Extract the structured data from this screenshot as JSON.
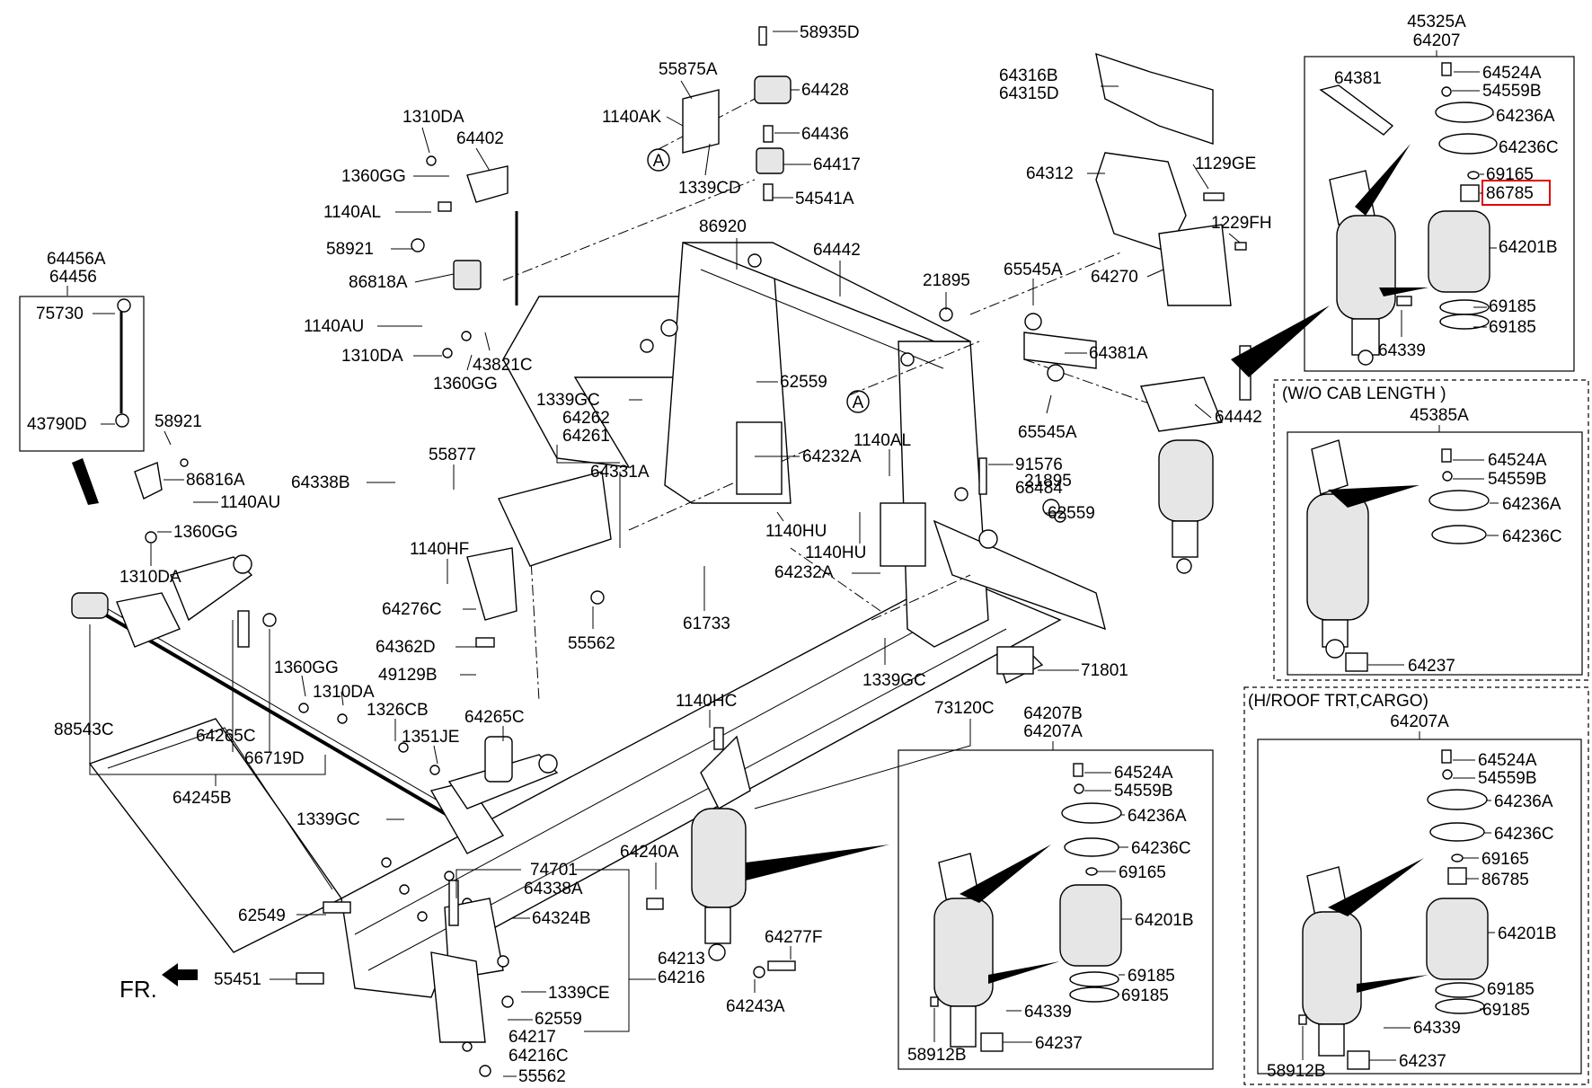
{
  "labels": {
    "l58935D": "58935D",
    "l55875A": "55875A",
    "l64428": "64428",
    "l1140AK": "1140AK",
    "l64436": "64436",
    "l64417": "64417",
    "l1339CD": "1339CD",
    "l54541A": "54541A",
    "l1310DA_a": "1310DA",
    "l64402": "64402",
    "l1360GG_a": "1360GG",
    "l1140AL_a": "1140AL",
    "l58921_a": "58921",
    "l86818A": "86818A",
    "l1140AU_a": "1140AU",
    "l1310DA_b": "1310DA",
    "l43821C": "43821C",
    "l1360GG_b": "1360GG",
    "l64456A": "64456A",
    "l64456": "64456",
    "l75730": "75730",
    "l43790D": "43790D",
    "l58921_b": "58921",
    "l86816A": "86816A",
    "l1140AU_b": "1140AU",
    "l1360GG_c": "1360GG",
    "l1310DA_c": "1310DA",
    "l88543C": "88543C",
    "l64265C_a": "64265C",
    "l66719D": "66719D",
    "l64245B": "64245B",
    "l86920": "86920",
    "l64442_a": "64442",
    "l21895_a": "21895",
    "l65545A_a": "65545A",
    "l64381A": "64381A",
    "l65545A_b": "65545A",
    "l62559_a": "62559",
    "l1339GC_a": "1339GC",
    "l64262": "64262",
    "l64261": "64261",
    "l64232A_a": "64232A",
    "l55877": "55877",
    "l64331A": "64331A",
    "l64338B": "64338B",
    "l1140AL_b": "1140AL",
    "l1140HF": "1140HF",
    "l1140HU_a": "1140HU",
    "l1140HU_b": "1140HU",
    "l64232A_b": "64232A",
    "l91576": "91576",
    "l68484": "68484",
    "l21895_b": "21895",
    "l62559_b": "62559",
    "l64276C": "64276C",
    "l61733": "61733",
    "l55562_a": "55562",
    "l64362D": "64362D",
    "l49129B": "49129B",
    "l1360GG_d": "1360GG",
    "l1310DA_d": "1310DA",
    "l1339GC_b": "1339GC",
    "l71801": "71801",
    "l1326CB": "1326CB",
    "l64265C_b": "64265C",
    "l1351JE": "1351JE",
    "l1140HC": "1140HC",
    "l73120C": "73120C",
    "l1339GC_c": "1339GC",
    "l64240A": "64240A",
    "l74701": "74701",
    "l64338A": "64338A",
    "l62549": "62549",
    "l64324B": "64324B",
    "l64213": "64213",
    "l64216": "64216",
    "l64277F": "64277F",
    "l55451": "55451",
    "l1339CE": "1339CE",
    "l62559_c": "62559",
    "l64243A": "64243A",
    "l64217": "64217",
    "l64216C": "64216C",
    "l55562_b": "55562",
    "lFR": "FR.",
    "l64316B": "64316B",
    "l64315D": "64315D",
    "l64312": "64312",
    "l1129GE": "1129GE",
    "l1229FH": "1229FH",
    "l64270": "64270",
    "l64442_b": "64442",
    "b1_45325A": "45325A",
    "b1_64207": "64207",
    "b1_64381": "64381",
    "b1_64524A": "64524A",
    "b1_54559B": "54559B",
    "b1_64236A": "64236A",
    "b1_64236C": "64236C",
    "b1_69165": "69165",
    "b1_86785": "86785",
    "b1_64201B": "64201B",
    "b1_69185a": "69185",
    "b1_69185b": "69185",
    "b1_64339": "64339",
    "b2_title": "(W/O CAB LENGTH )",
    "b2_45385A": "45385A",
    "b2_64524A": "64524A",
    "b2_54559B": "54559B",
    "b2_64236A": "64236A",
    "b2_64236C": "64236C",
    "b2_64237": "64237",
    "b3_64207B": "64207B",
    "b3_64207A": "64207A",
    "b3_64524A": "64524A",
    "b3_54559B": "54559B",
    "b3_64236A": "64236A",
    "b3_64236C": "64236C",
    "b3_69165": "69165",
    "b3_64201B": "64201B",
    "b3_69185a": "69185",
    "b3_69185b": "69185",
    "b3_64339": "64339",
    "b3_64237": "64237",
    "b3_58912B": "58912B",
    "b4_title": "(H/ROOF TRT,CARGO)",
    "b4_64207A": "64207A",
    "b4_64524A": "64524A",
    "b4_54559B": "54559B",
    "b4_64236A": "64236A",
    "b4_64236C": "64236C",
    "b4_69165": "69165",
    "b4_86785": "86785",
    "b4_64201B": "64201B",
    "b4_69185a": "69185",
    "b4_69185b": "69185",
    "b4_64339": "64339",
    "b4_64237": "64237",
    "b4_58912B": "58912B",
    "refA1": "A",
    "refA2": "A"
  },
  "colors": {
    "highlight": "#e00000",
    "ink": "#000000",
    "paper": "#ffffff"
  }
}
